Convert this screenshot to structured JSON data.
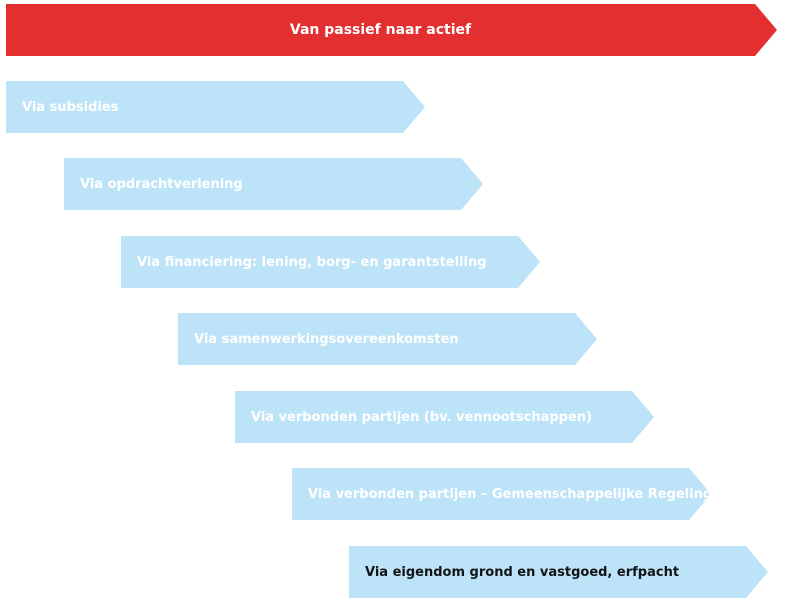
{
  "colors": {
    "header_fill": "#e32f2f",
    "header_text": "#ffffff",
    "step_fill": "#bde3f8",
    "step_text": "#ffffff",
    "last_step_text": "#141414"
  },
  "header": {
    "label": "Van passief naar actief"
  },
  "steps": [
    {
      "label": "Via subsidies"
    },
    {
      "label": "Via opdrachtverlening"
    },
    {
      "label": "Via financiering: lening, borg- en garantstelling"
    },
    {
      "label": "Via samenwerkingsovereenkomsten"
    },
    {
      "label": "Via verbonden partijen (bv. vennootschappen)"
    },
    {
      "label": "Via verbonden partijen – Gemeenschappelijke Regelingen"
    },
    {
      "label": "Via eigendom grond en vastgoed, erfpacht"
    }
  ]
}
